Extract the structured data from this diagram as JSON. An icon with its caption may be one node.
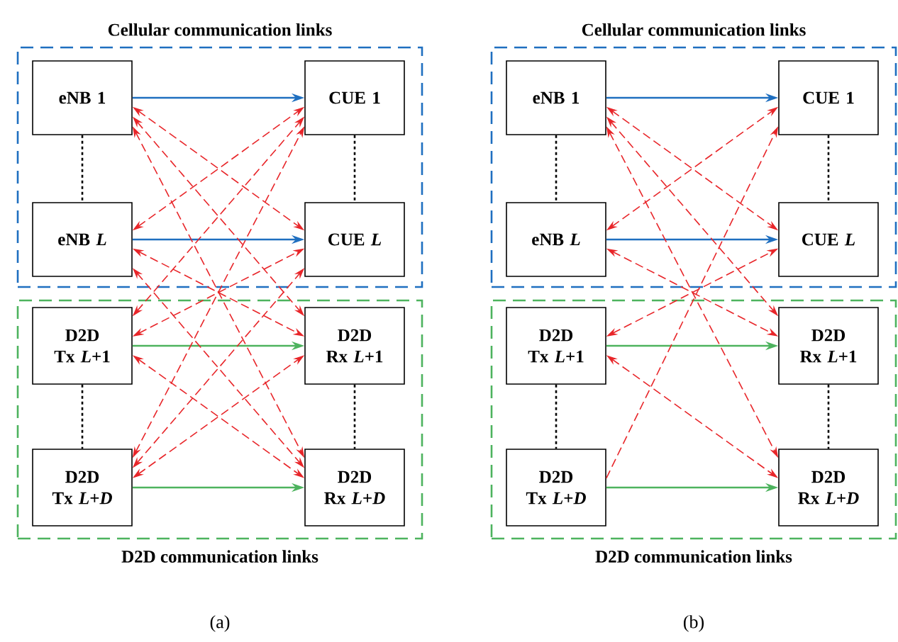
{
  "diagram": {
    "nodes": [
      {
        "text": [
          "Cellular communication links"
        ]
      },
      {
        "text": [
          "eNB 1"
        ],
        "in": 0
      },
      {
        "text": [
          "eNB *L*"
        ],
        "in": 0
      },
      {
        "text": [
          "CUE 1"
        ],
        "in": 0
      },
      {
        "text": [
          "CUE *L*"
        ],
        "in": 0
      },
      {
        "text": [
          "D2D communication links"
        ]
      },
      {
        "text": [
          "D2D Tx *L*+1"
        ],
        "in": 5
      },
      {
        "text": [
          "D2D Tx *L*+*D*"
        ],
        "in": 5
      },
      {
        "text": [
          "D2D Rx *L*+1"
        ],
        "in": 5
      },
      {
        "text": [
          "D2D Rx *L*+*D*"
        ],
        "in": 5
      },
      {
        "text": [
          "Cellular communication links"
        ]
      },
      {
        "text": [
          "eNB 1"
        ],
        "in": 10
      },
      {
        "text": [
          "eNB *L*"
        ],
        "in": 10
      },
      {
        "text": [
          "CUE 1"
        ],
        "in": 10
      },
      {
        "text": [
          "CUE *L*"
        ],
        "in": 10
      },
      {
        "text": [
          "D2D communication links"
        ]
      },
      {
        "text": [
          "D2D Tx *L*+1"
        ],
        "in": 15
      },
      {
        "text": [
          "D2D Tx *L*+*D*"
        ],
        "in": 15
      },
      {
        "text": [
          "D2D Rx *L*+1"
        ],
        "in": 15
      },
      {
        "text": [
          "D2D Rx *L*+*D*"
        ],
        "in": 15
      }
    ],
    "edges": [
      {
        "from": 1,
        "to": 3,
        "arrow": "to",
        "color": "#1f6fc0"
      },
      {
        "from": 2,
        "to": 4,
        "arrow": "to",
        "color": "#1f6fc0"
      },
      {
        "from": 6,
        "to": 8,
        "arrow": "to",
        "color": "#4db35e"
      },
      {
        "from": 7,
        "to": 9,
        "arrow": "to",
        "color": "#4db35e"
      },
      {
        "from": 1,
        "to": 2,
        "arrow": "none",
        "style": "dashed",
        "color": "#000000"
      },
      {
        "from": 3,
        "to": 4,
        "arrow": "none",
        "style": "dashed",
        "color": "#000000"
      },
      {
        "from": 6,
        "to": 7,
        "arrow": "none",
        "style": "dashed",
        "color": "#000000"
      },
      {
        "from": 8,
        "to": 9,
        "arrow": "none",
        "style": "dashed",
        "color": "#000000"
      },
      {
        "from": 1,
        "to": 4,
        "arrow": "both",
        "style": "dashed"
      },
      {
        "from": 1,
        "to": 8,
        "arrow": "both",
        "style": "dashed"
      },
      {
        "from": 1,
        "to": 9,
        "arrow": "both",
        "style": "dashed"
      },
      {
        "from": 2,
        "to": 3,
        "arrow": "both",
        "style": "dashed"
      },
      {
        "from": 2,
        "to": 8,
        "arrow": "both",
        "style": "dashed"
      },
      {
        "from": 2,
        "to": 9,
        "arrow": "both",
        "style": "dashed"
      },
      {
        "from": 6,
        "to": 3,
        "arrow": "both",
        "style": "dashed"
      },
      {
        "from": 6,
        "to": 4,
        "arrow": "both",
        "style": "dashed"
      },
      {
        "from": 6,
        "to": 9,
        "arrow": "both",
        "style": "dashed"
      },
      {
        "from": 7,
        "to": 3,
        "arrow": "both",
        "style": "dashed"
      },
      {
        "from": 7,
        "to": 4,
        "arrow": "both",
        "style": "dashed"
      },
      {
        "from": 7,
        "to": 8,
        "arrow": "both",
        "style": "dashed"
      },
      {
        "from": 11,
        "to": 13,
        "arrow": "to",
        "color": "#1f6fc0"
      },
      {
        "from": 12,
        "to": 14,
        "arrow": "to",
        "color": "#1f6fc0"
      },
      {
        "from": 16,
        "to": 18,
        "arrow": "to",
        "color": "#4db35e"
      },
      {
        "from": 17,
        "to": 19,
        "arrow": "to",
        "color": "#4db35e"
      },
      {
        "from": 11,
        "to": 12,
        "arrow": "none",
        "style": "dashed",
        "color": "#000000"
      },
      {
        "from": 13,
        "to": 14,
        "arrow": "none",
        "style": "dashed",
        "color": "#000000"
      },
      {
        "from": 16,
        "to": 17,
        "arrow": "none",
        "style": "dashed",
        "color": "#000000"
      },
      {
        "from": 18,
        "to": 19,
        "arrow": "none",
        "style": "dashed",
        "color": "#000000"
      },
      {
        "from": 11,
        "to": 14,
        "arrow": "both",
        "style": "dashed"
      },
      {
        "from": 11,
        "to": 18,
        "arrow": "both",
        "style": "dashed"
      },
      {
        "from": 11,
        "to": 19,
        "arrow": "both",
        "style": "dashed"
      },
      {
        "from": 12,
        "to": 13,
        "arrow": "both",
        "style": "dashed"
      },
      {
        "from": 12,
        "to": 18,
        "arrow": "both",
        "style": "dashed"
      },
      {
        "from": 16,
        "to": 14,
        "arrow": "both",
        "style": "dashed"
      },
      {
        "from": 16,
        "to": 19,
        "arrow": "both",
        "style": "dashed"
      },
      {
        "from": 17,
        "to": 13,
        "arrow": "to",
        "style": "dashed"
      }
    ],
    "labels": [
      "(a)",
      "(b)"
    ]
  }
}
